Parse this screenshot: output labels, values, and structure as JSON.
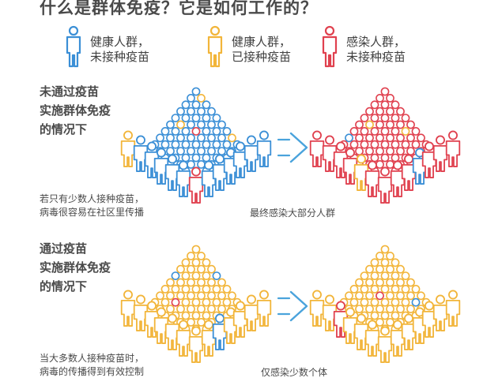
{
  "title": "什么是群体免疫？它是如何工作的？",
  "colors": {
    "blue": "#3b8fd6",
    "yellow": "#f2b53a",
    "red": "#e0414f",
    "arrow": "#4aa3dc"
  },
  "legend": [
    {
      "color": "blue",
      "line1": "健康人群，",
      "line2": "未接种疫苗"
    },
    {
      "color": "yellow",
      "line1": "健康人群，",
      "line2": "已接种疫苗"
    },
    {
      "color": "red",
      "line1": "感染人群，",
      "line2": "未接种疫苗"
    }
  ],
  "sections": [
    {
      "title_lines": [
        "未通过疫苗",
        "实施群体免疫",
        "的情况下"
      ],
      "caption_left": [
        "若只有少数人接种疫苗，",
        "病毒很容易在社区里传播"
      ],
      "caption_right": "最终感染大部分人群"
    },
    {
      "title_lines": [
        "通过疫苗",
        "实施群体免疫",
        "的情况下"
      ],
      "caption_left": [
        "当大多数人接种疫苗时，",
        "病毒的传播得到有效控制"
      ],
      "caption_right": "仅感染少数个体"
    }
  ]
}
